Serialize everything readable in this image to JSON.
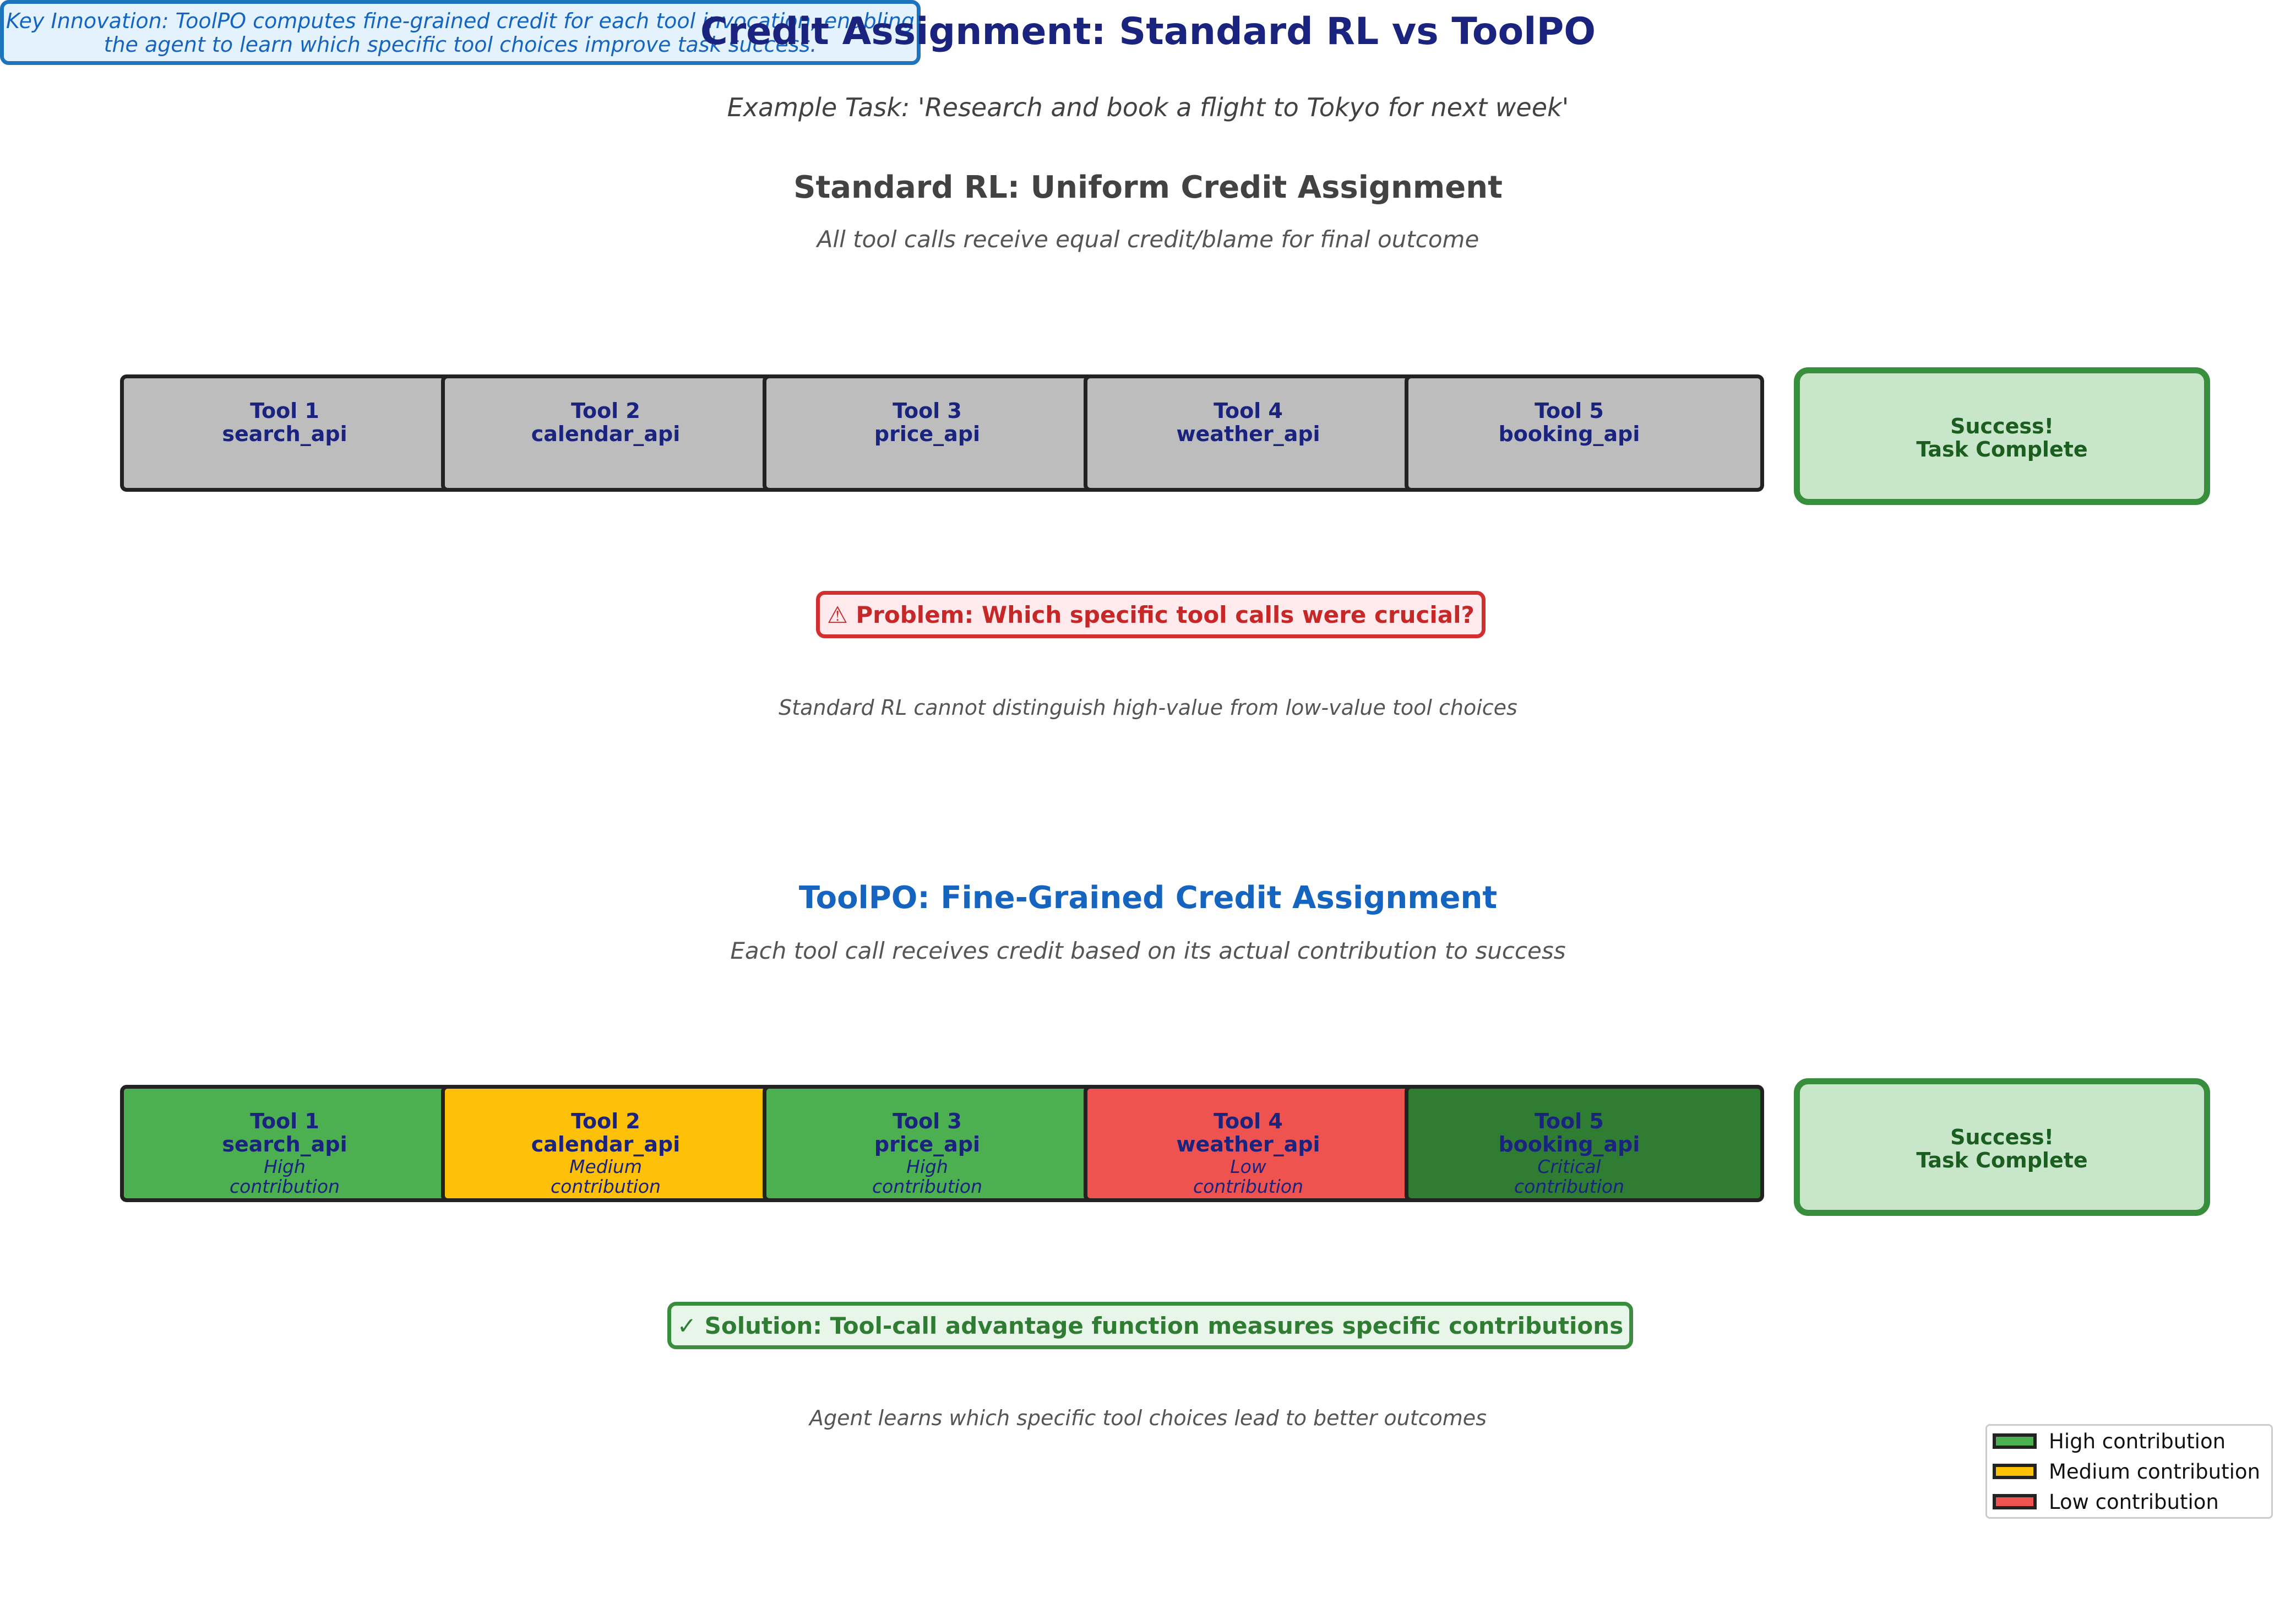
{
  "title": "Credit Assignment: Standard RL vs ToolPO",
  "task": "Example Task: 'Research and book a flight to Tokyo for next week'",
  "standard": {
    "heading": "Standard RL: Uniform Credit Assignment",
    "subheading": "All tool calls receive equal credit/blame for final outcome",
    "tools": [
      {
        "name": "Tool 1",
        "api": "search_api"
      },
      {
        "name": "Tool 2",
        "api": "calendar_api"
      },
      {
        "name": "Tool 3",
        "api": "price_api"
      },
      {
        "name": "Tool 4",
        "api": "weather_api"
      },
      {
        "name": "Tool 5",
        "api": "booking_api"
      }
    ],
    "box_color": "#bdbdbd",
    "success": {
      "line1": "Success!",
      "line2": "Task Complete"
    },
    "problem": "⚠ Problem: Which specific tool calls were crucial?",
    "note": "Standard RL cannot distinguish high-value from low-value tool choices"
  },
  "toolpo": {
    "heading": "ToolPO: Fine-Grained Credit Assignment",
    "subheading": "Each tool call receives credit based on its actual contribution to success",
    "tools": [
      {
        "name": "Tool 1",
        "api": "search_api",
        "level": "High",
        "suffix": "contribution",
        "color": "#4caf50"
      },
      {
        "name": "Tool 2",
        "api": "calendar_api",
        "level": "Medium",
        "suffix": "contribution",
        "color": "#ffc107"
      },
      {
        "name": "Tool 3",
        "api": "price_api",
        "level": "High",
        "suffix": "contribution",
        "color": "#4caf50"
      },
      {
        "name": "Tool 4",
        "api": "weather_api",
        "level": "Low",
        "suffix": "contribution",
        "color": "#ef5350"
      },
      {
        "name": "Tool 5",
        "api": "booking_api",
        "level": "Critical",
        "suffix": "contribution",
        "color": "#2e7d32"
      }
    ],
    "success": {
      "line1": "Success!",
      "line2": "Task Complete"
    },
    "solution": "✓ Solution: Tool-call advantage function measures specific contributions",
    "note": "Agent learns which specific tool choices lead to better outcomes"
  },
  "legend": [
    {
      "label": "High contribution",
      "color": "#4caf50"
    },
    {
      "label": "Medium contribution",
      "color": "#ffc107"
    },
    {
      "label": "Low contribution",
      "color": "#ef5350"
    }
  ],
  "innovation": {
    "line1": "Key Innovation: ToolPO computes fine-grained credit for each tool invocation, enabling",
    "line2": "the agent to learn which specific tool choices improve task success."
  },
  "colors": {
    "title": "#1a237e",
    "standard_heading": "#424242",
    "toolpo_heading": "#1565c0"
  }
}
